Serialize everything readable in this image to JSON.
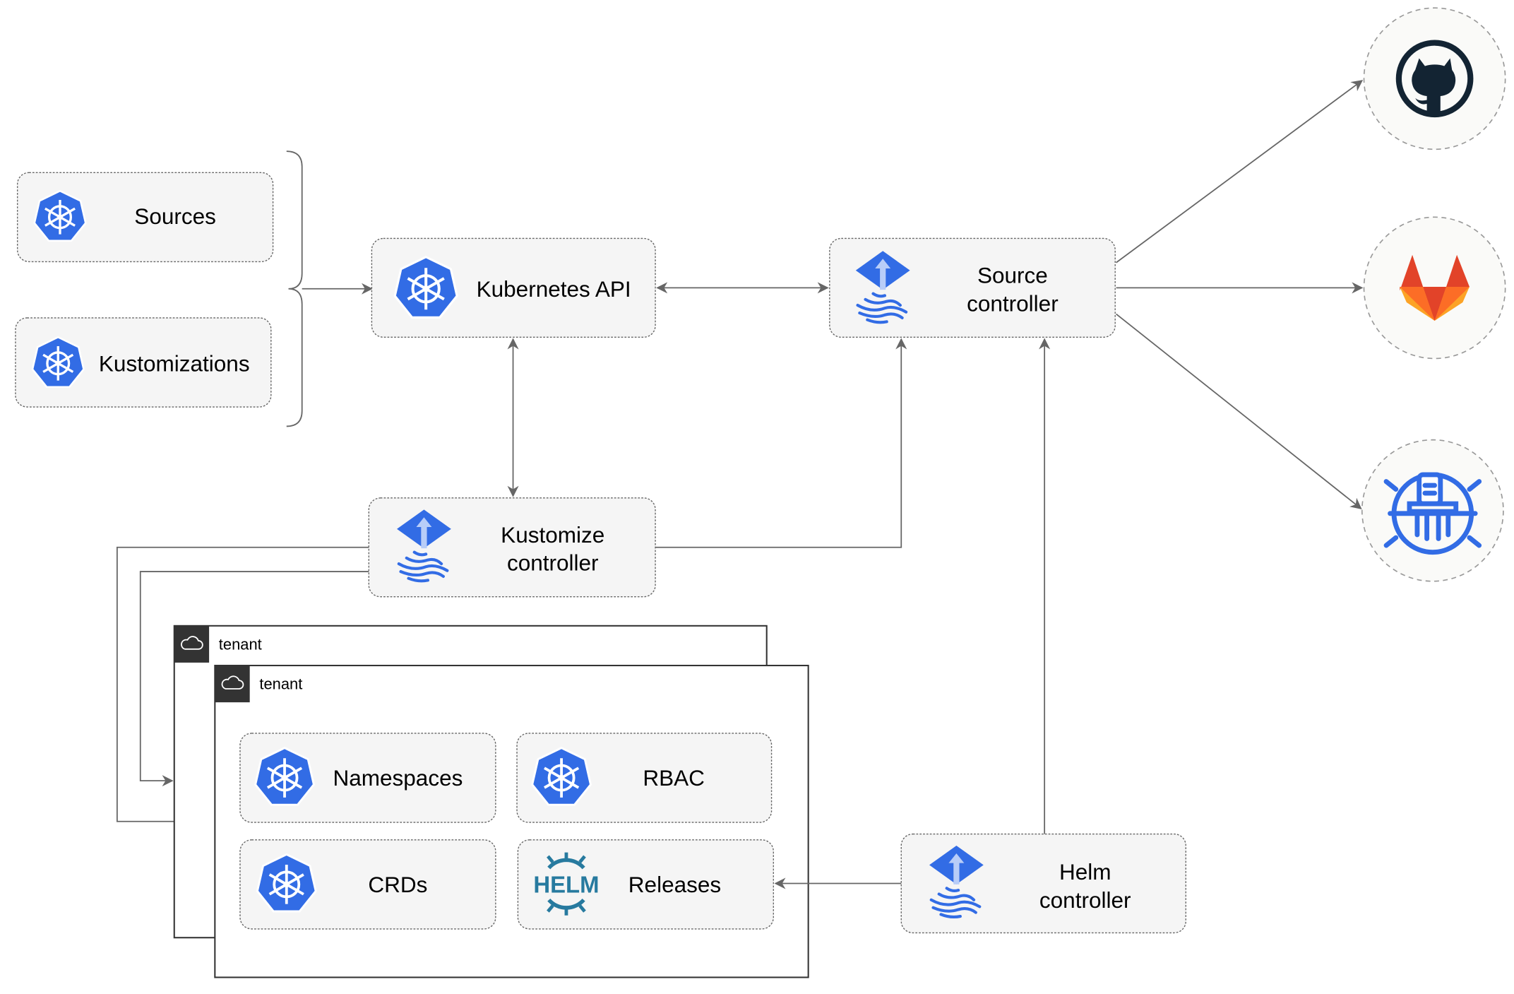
{
  "resources": {
    "sources": "Sources",
    "kustomizations": "Kustomizations"
  },
  "kubernetes_api": "Kubernetes API",
  "source_controller": {
    "line1": "Source",
    "line2": "controller"
  },
  "kustomize_controller": {
    "line1": "Kustomize",
    "line2": "controller"
  },
  "helm_controller": {
    "line1": "Helm",
    "line2": "controller"
  },
  "tenants": [
    {
      "label": "tenant"
    },
    {
      "label": "tenant"
    }
  ],
  "tenant_resources": {
    "namespaces": "Namespaces",
    "rbac": "RBAC",
    "crds": "CRDs",
    "releases": "Releases"
  },
  "helm_logo_text": "HELM",
  "external_sources": [
    "github-icon",
    "gitlab-icon",
    "bucket-icon"
  ],
  "colors": {
    "kubernetes_blue": "#326ce5",
    "github_dark": "#132433",
    "gitlab_orange": "#e24329",
    "helm_blue": "#277a9f",
    "tenant_header": "#333333"
  }
}
